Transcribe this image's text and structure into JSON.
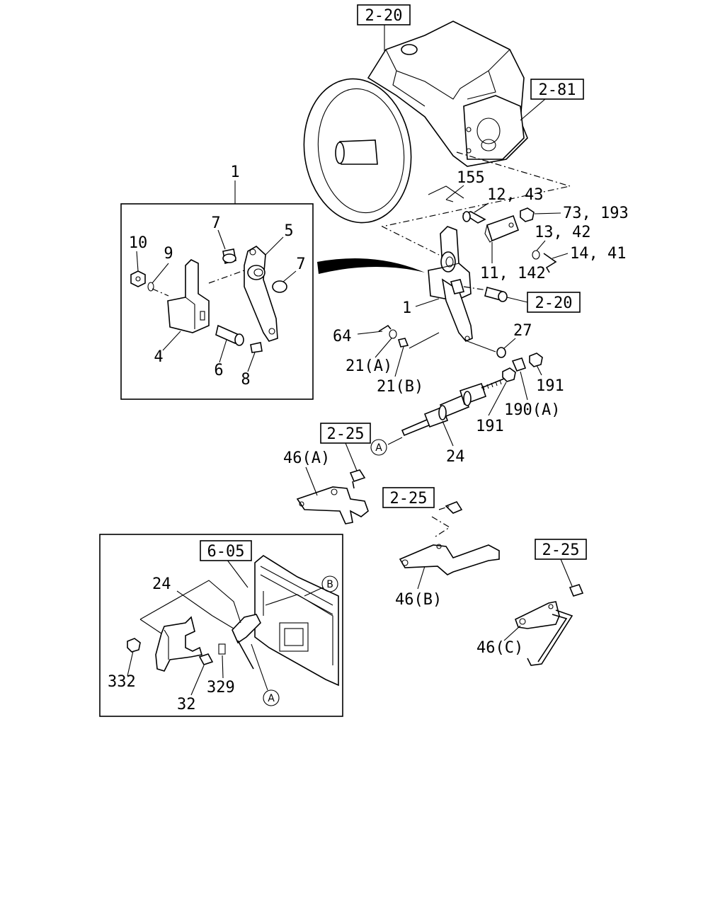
{
  "references": {
    "top": "2-20",
    "right_top": "2-81",
    "right_mid": "2-20",
    "bracket_a": "2-25",
    "bracket_b": "2-25",
    "bracket_c": "2-25",
    "cab": "6-05"
  },
  "circle_markers": {
    "cable_a": "A",
    "inset_a": "A",
    "inset_b": "B"
  },
  "callouts": {
    "p1_top": "1",
    "p1_main": "1",
    "p4": "4",
    "p5": "5",
    "p6": "6",
    "p7a": "7",
    "p7b": "7",
    "p8": "8",
    "p9": "9",
    "p10": "10",
    "p155": "155",
    "p12_43": "12, 43",
    "p73_193": "73, 193",
    "p13_42": "13, 42",
    "p14_41": "14, 41",
    "p11_142": "11, 142",
    "p64": "64",
    "p21a": "21(A)",
    "p21b": "21(B)",
    "p27": "27",
    "p191a": "191",
    "p191b": "191",
    "p190a": "190(A)",
    "p24": "24",
    "p46a": "46(A)",
    "p46b": "46(B)",
    "p46c": "46(C)",
    "p24_inset": "24",
    "p332": "332",
    "p32": "32",
    "p329": "329"
  }
}
